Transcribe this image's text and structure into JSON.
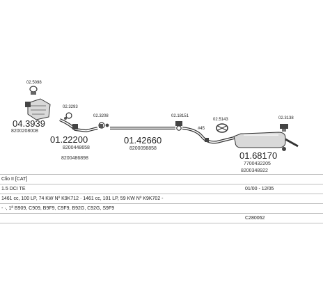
{
  "parts": {
    "p1": {
      "number": "02.5098"
    },
    "p2": {
      "number": "04.3939",
      "oe": "8200208008"
    },
    "p3": {
      "number": "02.3293"
    },
    "p4": {
      "number": "01.22200",
      "oe1": "8200448658",
      "oe2": "8200486898"
    },
    "p5": {
      "number": "02.3208"
    },
    "p6": {
      "number": "01.42660",
      "oe": "8200098858"
    },
    "p7": {
      "number": "02.18151"
    },
    "p8": {
      "number": "02.5143"
    },
    "p9": {
      "number": "02.3138"
    },
    "p10": {
      "number": "01.68170",
      "oe1": "7700432205",
      "oe2": "8200348922"
    },
    "p11": {
      "label": "#45"
    }
  },
  "info": {
    "vehicle": "Clio II [CAT]",
    "engine": "1.5 DCI TE",
    "date_range": "01/00 - 12/05",
    "engine_spec": "1461 cc, 100 LP, 74 KW Nº K9K712 · 1461 cc, 101 LP, 59 KW Nº K9K702 -",
    "types": "- ·, 1ª B909, C909, B9F9, C9F9, B92G, C92G, S9F9",
    "code": "C280062"
  }
}
